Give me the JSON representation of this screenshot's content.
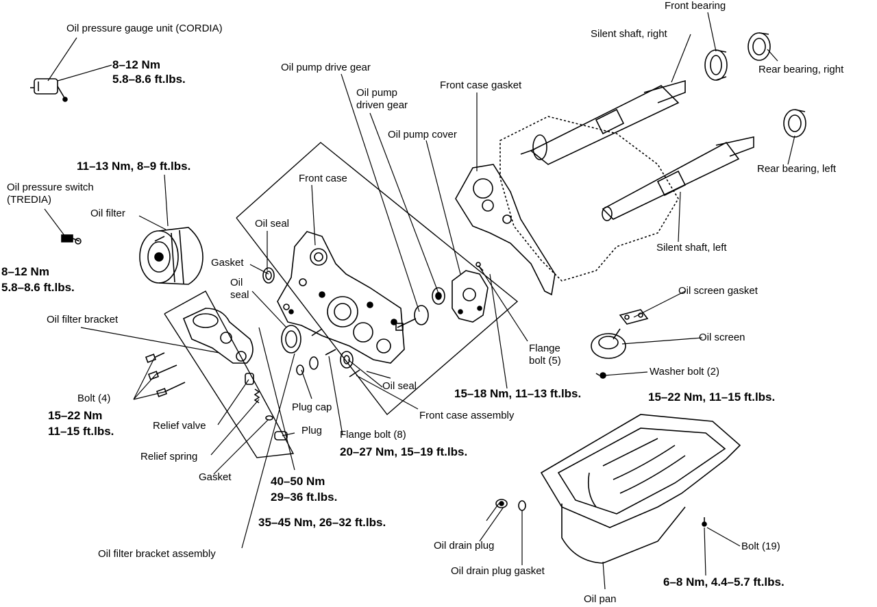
{
  "colors": {
    "ink": "#000000",
    "paper": "#ffffff"
  },
  "labels": {
    "oil_pressure_gauge_unit": "Oil pressure gauge unit (CORDIA)",
    "gauge_torque_nm": "8–12 Nm",
    "gauge_torque_ftlb": "5.8–8.6 ft.lbs.",
    "oil_filter_torque": "11–13 Nm, 8–9 ft.lbs.",
    "oil_pressure_switch_1": "Oil pressure switch",
    "oil_pressure_switch_2": "(TREDIA)",
    "oil_filter": "Oil filter",
    "switch_torque_nm": "8–12 Nm",
    "switch_torque_ftlb": "5.8–8.6 ft.lbs.",
    "oil_filter_bracket": "Oil filter bracket",
    "bolt_4": "Bolt (4)",
    "bolt_4_torque_nm": "15–22 Nm",
    "bolt_4_torque_ftlb": "11–15 ft.lbs.",
    "relief_valve": "Relief valve",
    "relief_spring": "Relief spring",
    "gasket_bottom": "Gasket",
    "plug_torque_nm": "40–50 Nm",
    "plug_torque_ftlb": "29–36 ft.lbs.",
    "oil_filter_bracket_assembly": "Oil filter bracket assembly",
    "oil_pump_drive_gear": "Oil pump drive gear",
    "oil_pump_driven_gear_1": "Oil pump",
    "oil_pump_driven_gear_2": "driven gear",
    "oil_pump_cover": "Oil pump cover",
    "front_case_gasket": "Front case gasket",
    "front_case": "Front case",
    "oil_seal_top": "Oil seal",
    "gasket_left": "Gasket",
    "oil_seal_left_1": "Oil",
    "oil_seal_left_2": "seal",
    "oil_seal_bottom": "Oil seal",
    "plug_cap": "Plug cap",
    "plug": "Plug",
    "flange_bolt_8": "Flange bolt (8)",
    "flange_bolt_8_torque": "20–27 Nm, 15–19 ft.lbs.",
    "front_case_assembly": "Front case assembly",
    "flange_bolt_5_1": "Flange",
    "flange_bolt_5_2": "bolt (5)",
    "flange_bolt_5_torque": "15–18 Nm, 11–13 ft.lbs.",
    "front_bearing": "Front bearing",
    "silent_shaft_right": "Silent shaft, right",
    "rear_bearing_right": "Rear bearing, right",
    "rear_bearing_left": "Rear bearing, left",
    "silent_shaft_left": "Silent shaft, left",
    "oil_screen_gasket": "Oil screen gasket",
    "oil_screen": "Oil screen",
    "washer_bolt_2": "Washer bolt (2)",
    "washer_bolt_torque": "15–22 Nm, 11–15 ft.lbs.",
    "drain_plug_torque": "35–45 Nm, 26–32 ft.lbs.",
    "oil_drain_plug": "Oil drain plug",
    "oil_drain_plug_gasket": "Oil drain plug gasket",
    "bolt_19": "Bolt (19)",
    "oil_pan_bolt_torque": "6–8 Nm, 4.4–5.7 ft.lbs.",
    "oil_pan": "Oil pan"
  }
}
